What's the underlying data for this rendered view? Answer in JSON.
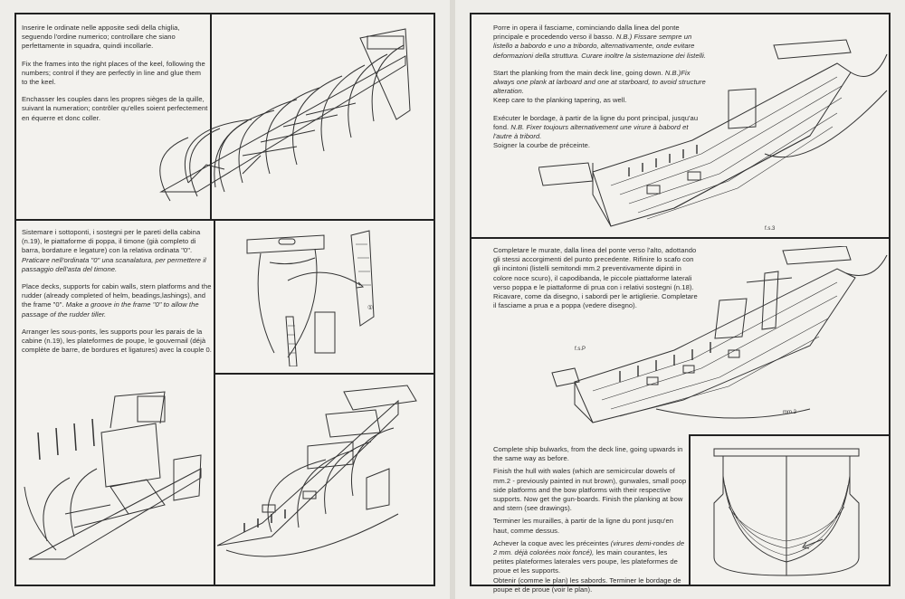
{
  "left_page": {
    "p1": {
      "it": "Inserire le ordinate nelle apposite sedi della chiglia, seguendo l'ordine numerico; controllare che siano perfettamente in squadra, quindi incollarle.",
      "en": "Fix the frames into the right places of the keel, following the numbers; control if they are perfectly in line and glue them to the keel.",
      "fr": "Enchasser les couples dans les propres sièges de la quille, suivant la numeration; contrôler qu'elles soient perfectement en équerre et donc coller."
    },
    "p2": {
      "it": "Sistemare i sottoponti, i sostegni per le pareti della cabina (n.19), le piattaforme di poppa, il timone (già completo di barra, bordature e legature) con la relativa ordinata \"0\".",
      "it_note": "Praticare nell'ordinata \"0\" una scanalatura, per permettere il passaggio dell'asta del timone.",
      "en": "Place decks, supports for cabin walls, stern platforms and the rudder (already completed of helm, beadings,lashings), and the frame \"0\".",
      "en_note": "Make a groove in the frame \"0\" to allow the passage of the rudder tiller.",
      "fr": "Arranger les sous-ponts, les supports pour les parais de la cabine (n.19), les plateformes de poupe, le gouvernail (déjà complète de barre, de bordures et ligatures) avec la couple 0."
    },
    "rudder_label": "①"
  },
  "right_page": {
    "p1": {
      "it": "Porre in opera il fasciame, cominciando dalla linea del ponte principale e procedendo verso il basso.",
      "it_note": "N.B.) Fissare sempre un listello a babordo e uno a tribordo, alternativamente, onde evitare deformazioni della struttura. Curare inoltre la sistemazione dei listelli.",
      "en": "Start the planking from the main deck line, going down.",
      "en_note": "N.B.)Fix always one plank at larboard and one at starboard, to avoid structure alteration.",
      "en_2": "Keep care to the planking tapering, as well.",
      "fr": "Exécuter le bordage, à partir de la ligne du pont principal, jusqu'au fond.",
      "fr_note": "N.B. Fixer toujours alternativement une virure à babord et l'autre à tribord.",
      "fr_2": "Soigner la courbe de préceinte."
    },
    "p2": {
      "it": "Completare le murate, dalla linea del ponte verso l'alto, adottando gli stessi accorgimenti del punto precedente. Rifinire lo scafo con gli incintoni (listelli semitondi mm.2 preventivamente dipinti in colore noce scuro), il capodibanda, le piccole piattaforme laterali verso poppa e le piattaforme di prua con i relativi sostegni (n.18). Ricavare, come da disegno, i sabordi per le artiglierie. Completare il fasciame a prua e a poppa (vedere disegno)."
    },
    "p3": {
      "en": "Complete ship bulwarks, from the deck line, going upwards in the same way as before.",
      "en_2": "Finish the hull with wales (which are semicircular dowels of mm.2 - previously painted in nut brown), gunwales, small poop side platforms and the bow platforms with their respective supports. Now get the gun-boards. Finish the planking at bow and stern (see drawings).",
      "fr": "Terminer les murailles, à partir de la ligne du pont jusqu'en haut, comme dessus.",
      "fr_2a": "Achever la coque avec les préceintes",
      "fr_2b": "(virures demi-rondes de 2 mm. déjà colorées noix foncé),",
      "fr_2c": "les main courantes, les petites plateformes laterales vers poupe, les plateformes de proue et les supports.",
      "fr_3": "Obtenir (comme le plan) les sabords. Terminer le bordage de poupe et de proue (voir le plan)."
    },
    "labels": {
      "hull_top": "f.s.3",
      "hull_mid_left": "f.s.P",
      "hull_mid_right": "mm.2"
    }
  }
}
